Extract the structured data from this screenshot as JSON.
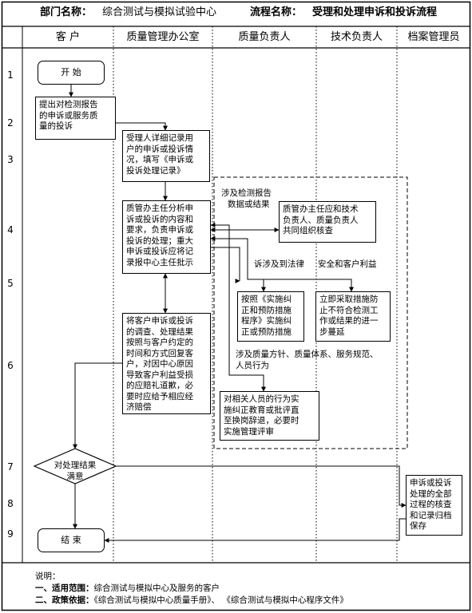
{
  "header": {
    "dept_label": "部门名称：",
    "dept_value": "综合测试与模拟试验中心",
    "process_label": "流程名称：",
    "process_value": "受理和处理申诉和投诉流程"
  },
  "lanes": [
    "客 户",
    "质量管理办公室",
    "质量负责人",
    "技术负责人",
    "档案管理员"
  ],
  "rows": [
    "1",
    "2",
    "3",
    "4",
    "5",
    "6",
    "7",
    "8",
    "9"
  ],
  "nodes": {
    "start": "开 始",
    "submit": [
      "提出对检测报告",
      "的申诉或服务质",
      "量的投诉"
    ],
    "record": [
      "受理人详细记录用",
      "户的申诉或投诉情",
      "况，填写《申诉或",
      "投诉处理记录》"
    ],
    "analyze": [
      "质管办主任分析申",
      "诉或投诉的内容和",
      "要求，负责申诉或",
      "投诉的处理；重大",
      "申诉或投诉应将记",
      "录报中心主任批示"
    ],
    "joint_review": [
      "质管办主任应和技术",
      "负责人、质量负责人",
      "共同组织核查"
    ],
    "corrective": [
      "按照《实施纠",
      "正和预防措施",
      "程序》实施纠",
      "正或预防措施"
    ],
    "immediate": [
      "立即采取措施防",
      "止不符合检测工",
      "作或结果的进一",
      "步蔓延"
    ],
    "reply": [
      "将客户申诉或投诉",
      "的调查、处理结果",
      "按照与客户约定的",
      "时间和方式回复客",
      "户，对因中心原因",
      "导致客户利益受损",
      "的应赔礼道歉，必",
      "要时应给予相应经",
      "济赔偿"
    ],
    "personnel": [
      "对相关人员的行为实",
      "施纠正教育或批评直",
      "至换岗辞退，必要时",
      "实施管理评审"
    ],
    "satisfied": [
      "对处理结果",
      "满意"
    ],
    "archive": [
      "申诉或投诉",
      "处理的全部",
      "过程的核查",
      "和记录归档",
      "保存"
    ],
    "end": "结 束"
  },
  "edge_labels": {
    "report": [
      "涉及检测报告",
      "数据或结果"
    ],
    "legal": "诉涉及到法律",
    "safety": "安全和客户利益",
    "system": [
      "涉及质量方针、质量体系、服务规范、",
      "人员行为"
    ]
  },
  "notes": {
    "heading": "说明：",
    "scope_label": "一、适用范围：",
    "scope_value": "综合测试与模拟中心及服务的客户",
    "basis_label": "二、政策依据：",
    "basis_value": "《综合测试与模拟中心质量手册》、 《综合测试与模拟中心程序文件》"
  }
}
